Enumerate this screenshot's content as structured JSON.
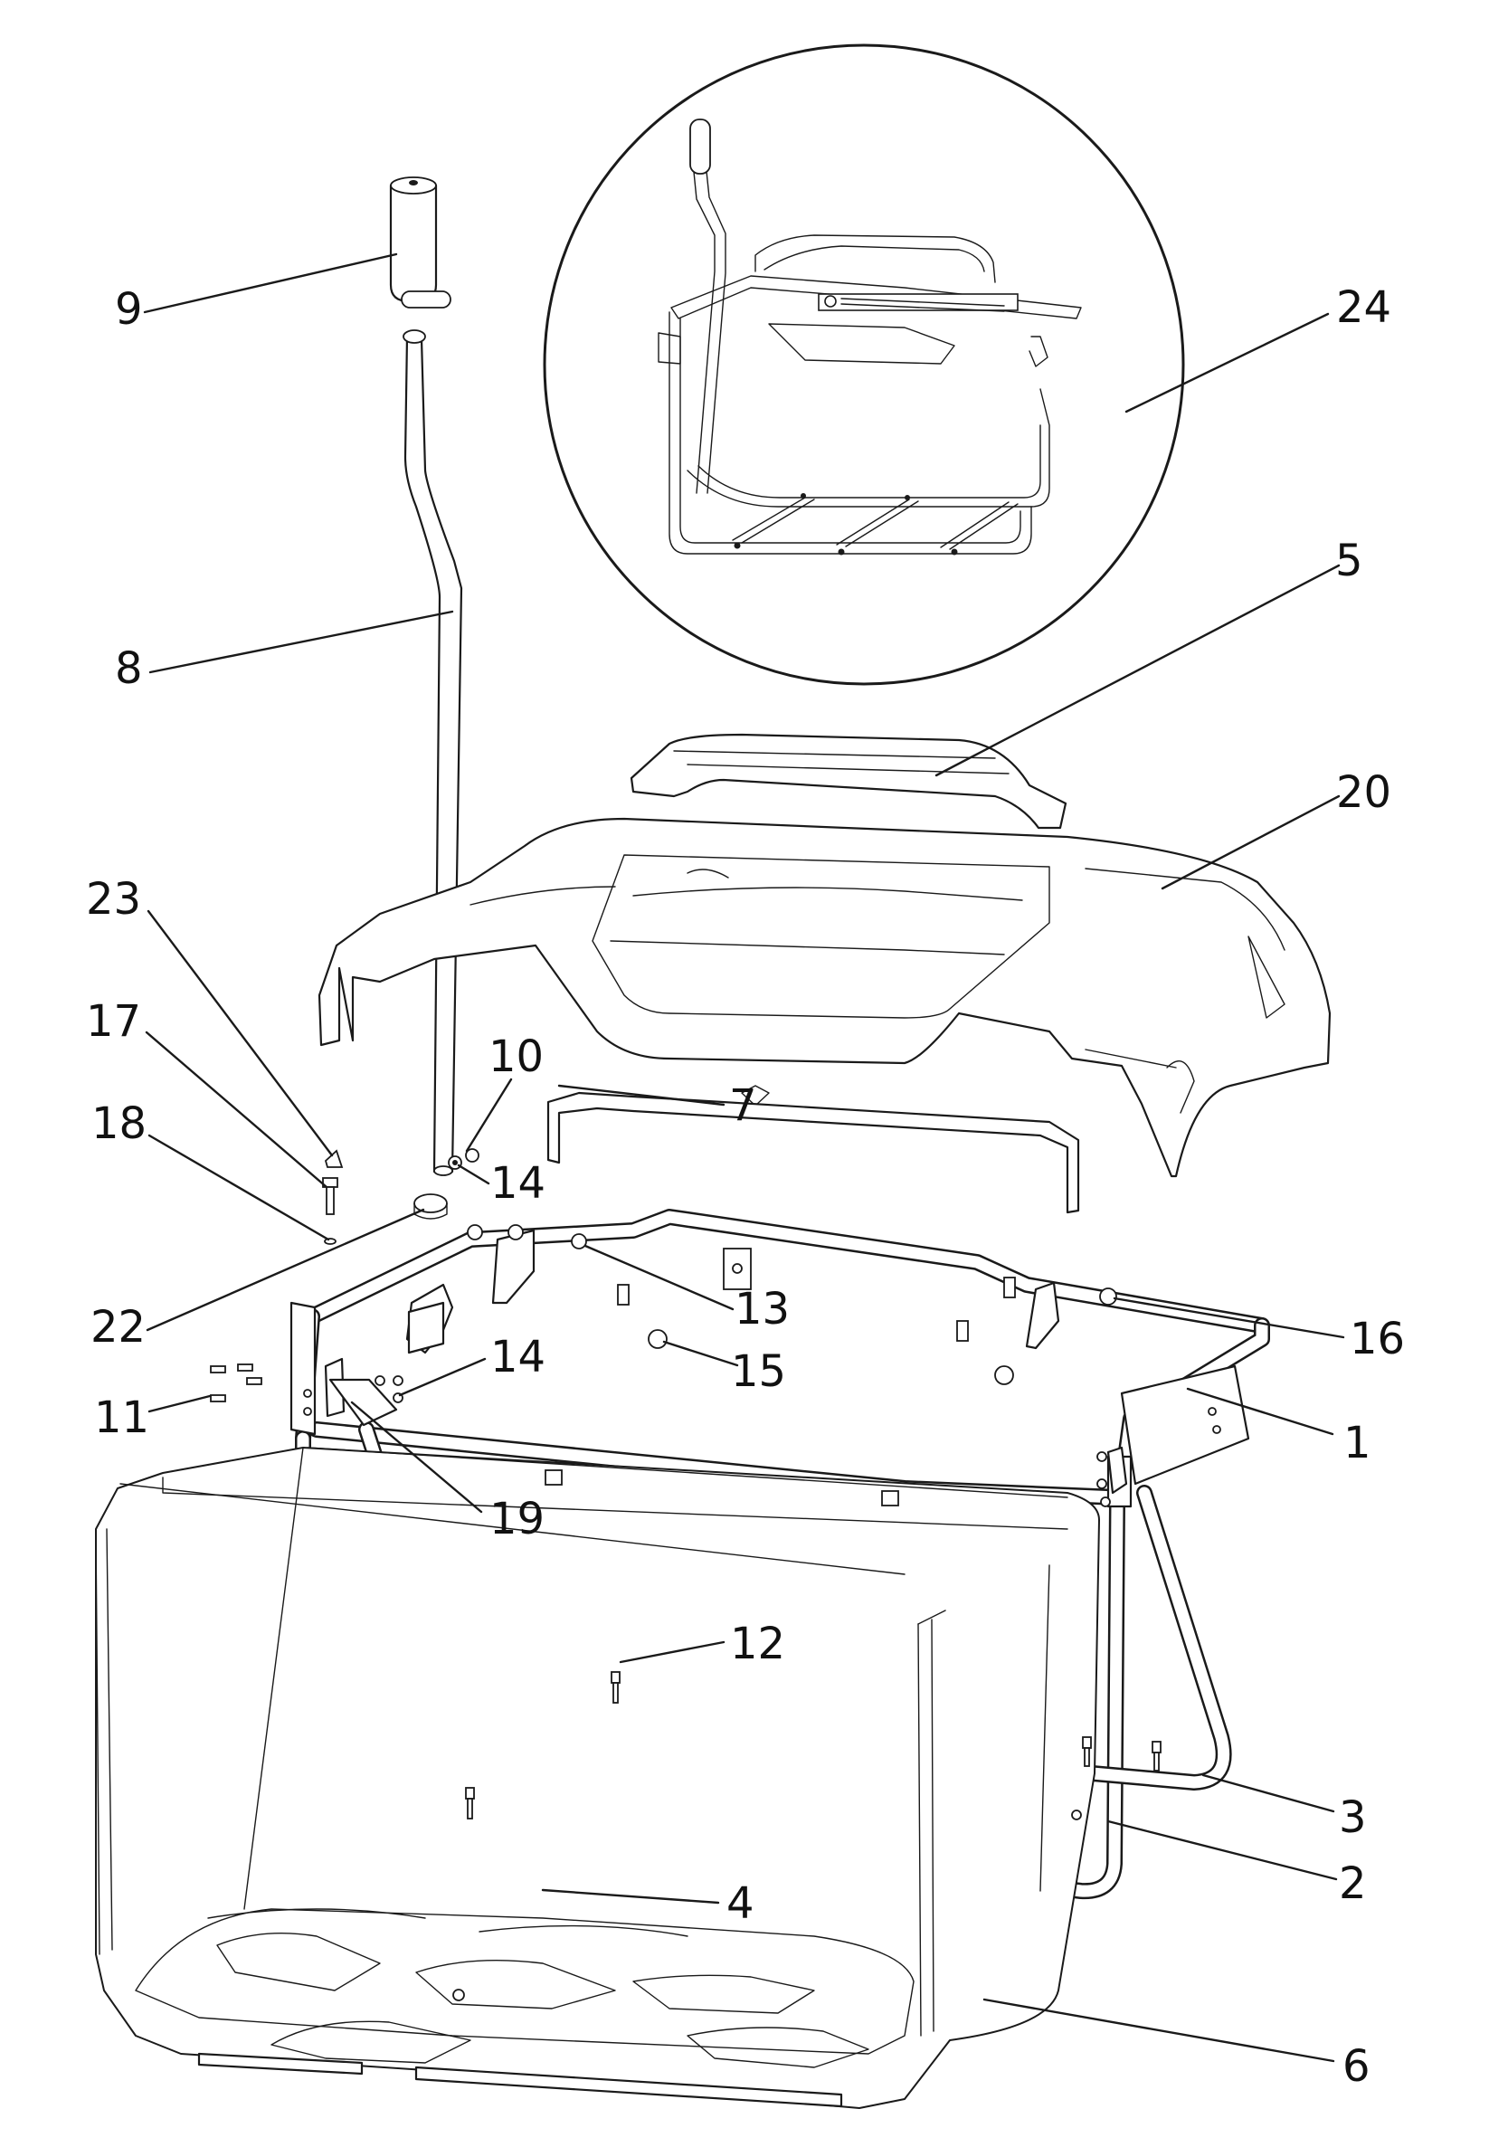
{
  "callouts": [
    {
      "id": "c9",
      "text": "9"
    },
    {
      "id": "c24",
      "text": "24"
    },
    {
      "id": "c8",
      "text": "8"
    },
    {
      "id": "c5",
      "text": "5"
    },
    {
      "id": "c20",
      "text": "20"
    },
    {
      "id": "c23",
      "text": "23"
    },
    {
      "id": "c10",
      "text": "10"
    },
    {
      "id": "c17",
      "text": "17"
    },
    {
      "id": "c7",
      "text": "7"
    },
    {
      "id": "c18",
      "text": "18"
    },
    {
      "id": "c14a",
      "text": "14"
    },
    {
      "id": "c13",
      "text": "13"
    },
    {
      "id": "c22",
      "text": "22"
    },
    {
      "id": "c16",
      "text": "16"
    },
    {
      "id": "c15",
      "text": "15"
    },
    {
      "id": "c14b",
      "text": "14"
    },
    {
      "id": "c11",
      "text": "11"
    },
    {
      "id": "c1",
      "text": "1"
    },
    {
      "id": "c19",
      "text": "19"
    },
    {
      "id": "c12",
      "text": "12"
    },
    {
      "id": "c3",
      "text": "3"
    },
    {
      "id": "c4",
      "text": "4"
    },
    {
      "id": "c2",
      "text": "2"
    },
    {
      "id": "c6",
      "text": "6"
    }
  ]
}
